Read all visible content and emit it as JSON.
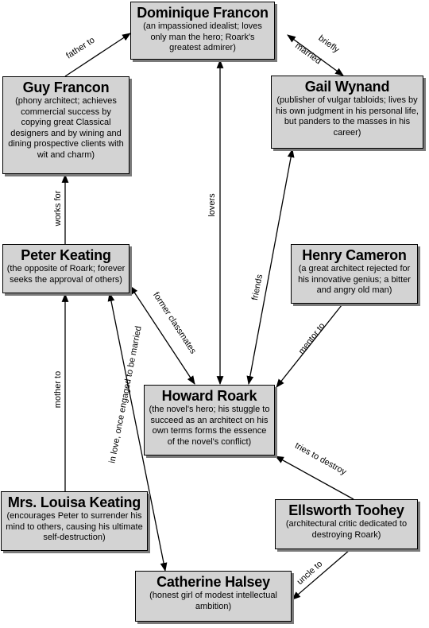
{
  "nodes": {
    "dominique": {
      "name": "Dominique Francon",
      "desc": "(an impassioned idealist; loves only man the hero; Roark's greatest admirer)"
    },
    "guy": {
      "name": "Guy Francon",
      "desc": "(phony architect; achieves commercial success by copying great Classical designers and by wining and dining prospective clients with wit and charm)"
    },
    "gail": {
      "name": "Gail Wynand",
      "desc": "(publisher of vulgar tabloids; lives by his own judgment in his personal life, but panders to the masses in his career)"
    },
    "peter": {
      "name": "Peter Keating",
      "desc": "(the opposite of Roark; forever seeks the approval of others)"
    },
    "henry": {
      "name": "Henry Cameron",
      "desc": "(a great architect rejected for his innovative genius; a bitter and angry old man)"
    },
    "howard": {
      "name": "Howard Roark",
      "desc": "(the novel's hero; his stuggle to succeed as an architect on his own terms forms the essence of the novel's conflict)"
    },
    "louisa": {
      "name": "Mrs. Louisa Keating",
      "desc": "(encourages Peter to surrender his mind to others, causing his ultimate self-destruction)"
    },
    "ellsworth": {
      "name": "Ellsworth Toohey",
      "desc": "(architectural critic dedicated to destroying Roark)"
    },
    "catherine": {
      "name": "Catherine Halsey",
      "desc": "(honest girl of modest intellectual ambition)"
    }
  },
  "edges": {
    "father_to": "father to",
    "briefly": "briefly",
    "married": "married",
    "lovers": "lovers",
    "works_for": "works for",
    "friends": "friends",
    "former_classmates": "former classmates",
    "mentor_to": "mentor to",
    "in_love": "in love, once engaged to be married",
    "mother_to": "mother to",
    "tries_to_destroy": "tries to destroy",
    "uncle_to": "uncle to"
  }
}
